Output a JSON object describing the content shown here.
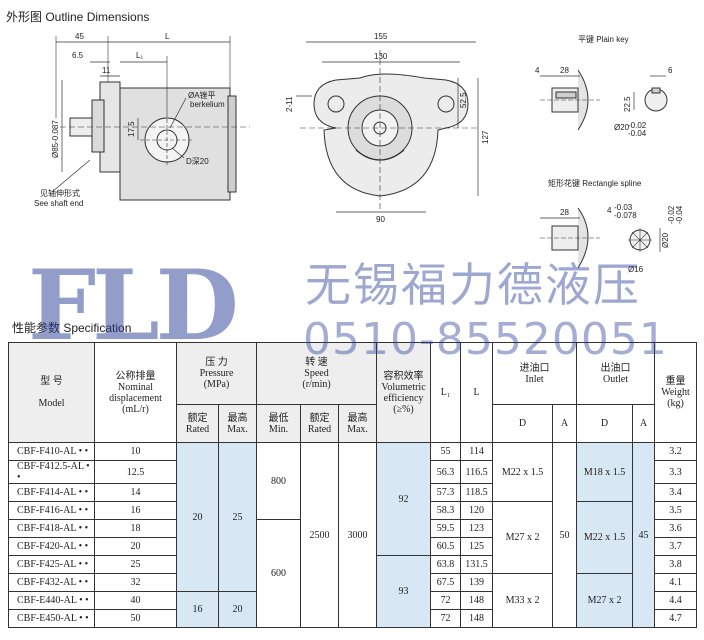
{
  "headers": {
    "outline": "外形图   Outline Dimensions",
    "spec": "性能参数   Specification"
  },
  "drawing": {
    "side": {
      "d45": "45",
      "dL": "L",
      "d65": "6.5",
      "dL1": "L₁",
      "d11": "11",
      "d175": "17.5",
      "dia85": "Ø85-0.087",
      "portA": "ØA锉平",
      "portA2": "berkelium",
      "portD": "D深20",
      "shaft_cn": "见轴伸形式",
      "shaft_en": "See shaft end"
    },
    "front": {
      "d155": "155",
      "d130": "130",
      "d211": "2-11",
      "d525": "52.5",
      "d127": "127",
      "d90": "90"
    },
    "key": {
      "title": "平键   Plain key",
      "d4": "4",
      "d28": "28",
      "d6": "6",
      "d225": "22.5",
      "dia20": "Ø20",
      "tol1": "-0.02",
      "tol2": "-0.04"
    },
    "spline": {
      "title": "矩形花键   Rectangle spline",
      "d28": "28",
      "d4": "4",
      "tol1": "-0.03",
      "tol2": "-0.078",
      "dia20": "Ø20",
      "dtol1": "-0.02",
      "dtol2": "-0.04",
      "dia16": "Ø16"
    }
  },
  "watermark": {
    "logo": "FLD",
    "company": "无锡福力德液压",
    "phone": "0510-85520051"
  },
  "table": {
    "col": {
      "model_cn": "型    号",
      "model_en": "Model",
      "disp_cn": "公称排量",
      "disp_en1": "Nominal",
      "disp_en2": "displacement",
      "disp_unit": "(mL/r)",
      "pressure_cn": "压    力",
      "pressure_en": "Pressure",
      "pressure_unit": "(MPa)",
      "speed_cn": "转    速",
      "speed_en": "Speed",
      "speed_unit": "(r/min)",
      "eff_cn": "容积效率",
      "eff_en1": "Volumetric",
      "eff_en2": "efficiency",
      "eff_unit": "(≥%)",
      "l1": "L₁",
      "l": "L",
      "inlet_cn": "进油口",
      "inlet_en": "Inlet",
      "outlet_cn": "出油口",
      "outlet_en": "Outlet",
      "weight_cn": "重量",
      "weight_en": "Weight",
      "weight_unit": "(kg)",
      "rated_cn": "额定",
      "rated_en": "Rated",
      "max_cn": "最高",
      "max_en": "Max.",
      "min_cn": "最低",
      "min_en": "Min.",
      "d": "D",
      "a": "A"
    },
    "rows": [
      {
        "model": "CBF-F410-AL • •",
        "disp": "10",
        "l1": "55",
        "l": "114",
        "weight": "3.2"
      },
      {
        "model": "CBF-F412.5-AL • •",
        "disp": "12.5",
        "l1": "56.3",
        "l": "116.5",
        "weight": "3.3"
      },
      {
        "model": "CBF-F414-AL • •",
        "disp": "14",
        "l1": "57.3",
        "l": "118.5",
        "weight": "3.4"
      },
      {
        "model": "CBF-F416-AL • •",
        "disp": "16",
        "l1": "58.3",
        "l": "120",
        "weight": "3.5"
      },
      {
        "model": "CBF-F418-AL • •",
        "disp": "18",
        "l1": "59.5",
        "l": "123",
        "weight": "3.6"
      },
      {
        "model": "CBF-F420-AL • •",
        "disp": "20",
        "l1": "60.5",
        "l": "125",
        "weight": "3.7"
      },
      {
        "model": "CBF-F425-AL • •",
        "disp": "25",
        "l1": "63.8",
        "l": "131.5",
        "weight": "3.8"
      },
      {
        "model": "CBF-F432-AL • •",
        "disp": "32",
        "l1": "67.5",
        "l": "139",
        "weight": "4.1"
      },
      {
        "model": "CBF-E440-AL • •",
        "disp": "40",
        "l1": "72",
        "l": "148",
        "weight": "4.4"
      },
      {
        "model": "CBF-E450-AL • •",
        "disp": "50",
        "l1": "72",
        "l": "148",
        "weight": "4.7"
      }
    ],
    "groups": {
      "p_rated_a": "20",
      "p_max_a": "25",
      "p_rated_b": "16",
      "p_max_b": "20",
      "speed_min_a": "800",
      "speed_min_b": "600",
      "speed_rated": "2500",
      "speed_max": "3000",
      "eff_a": "92",
      "eff_b": "93",
      "inlet_d1": "M22 x 1.5",
      "inlet_d2": "M27 x 2",
      "inlet_d3": "M33 x 2",
      "inlet_a": "50",
      "outlet_d1": "M18 x 1.5",
      "outlet_d2": "M22 x 1.5",
      "outlet_d3": "M27 x 2",
      "outlet_a": "45"
    }
  }
}
